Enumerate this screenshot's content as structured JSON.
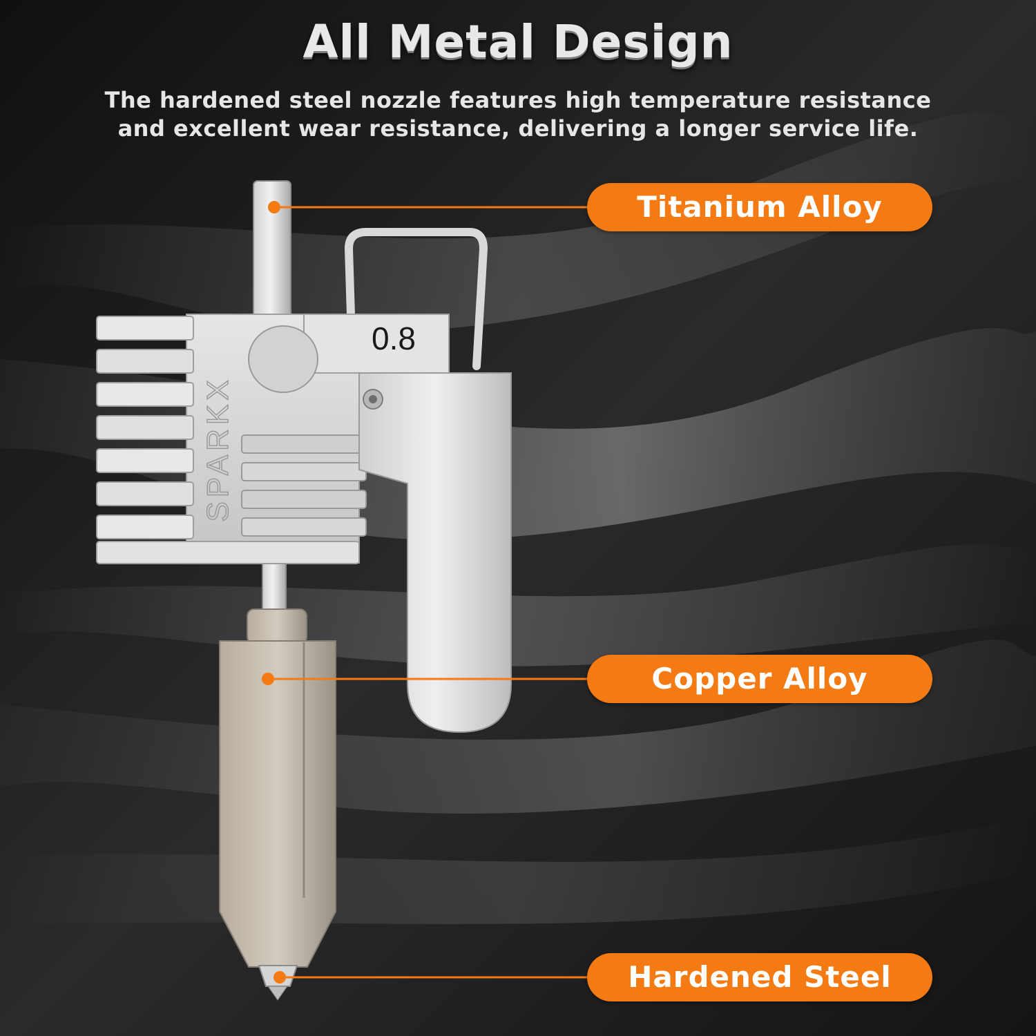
{
  "header": {
    "title": "All Metal Design",
    "subtitle_line1": "The hardened steel nozzle features high temperature resistance",
    "subtitle_line2": "and excellent wear resistance, delivering a longer service life."
  },
  "callouts": [
    {
      "label": "Titanium Alloy"
    },
    {
      "label": "Copper Alloy"
    },
    {
      "label": "Hardened Steel"
    }
  ],
  "product": {
    "brand": "SPARKX",
    "size_label": "0.8"
  },
  "colors": {
    "accent": "#f47a13",
    "background": "#1c1c1c",
    "text": "#e8e8e8"
  }
}
